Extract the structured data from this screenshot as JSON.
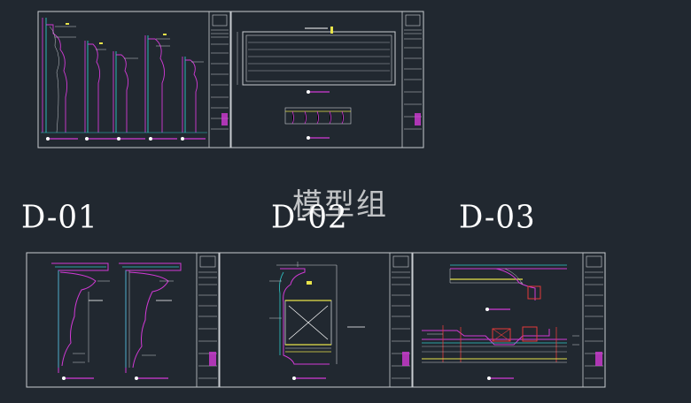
{
  "watermark": {
    "text": "模型组"
  },
  "sheet_labels": [
    {
      "id": "d01",
      "text": "D-01"
    },
    {
      "id": "d02",
      "text": "D-02"
    },
    {
      "id": "d03",
      "text": "D-03"
    }
  ],
  "colors": {
    "background": "#212830",
    "frame": "#c9ccd1",
    "magenta": "#d23ad6",
    "cyan": "#2fc9c9",
    "yellow": "#e8e34a",
    "red": "#e23a3a",
    "white": "#ffffff"
  }
}
